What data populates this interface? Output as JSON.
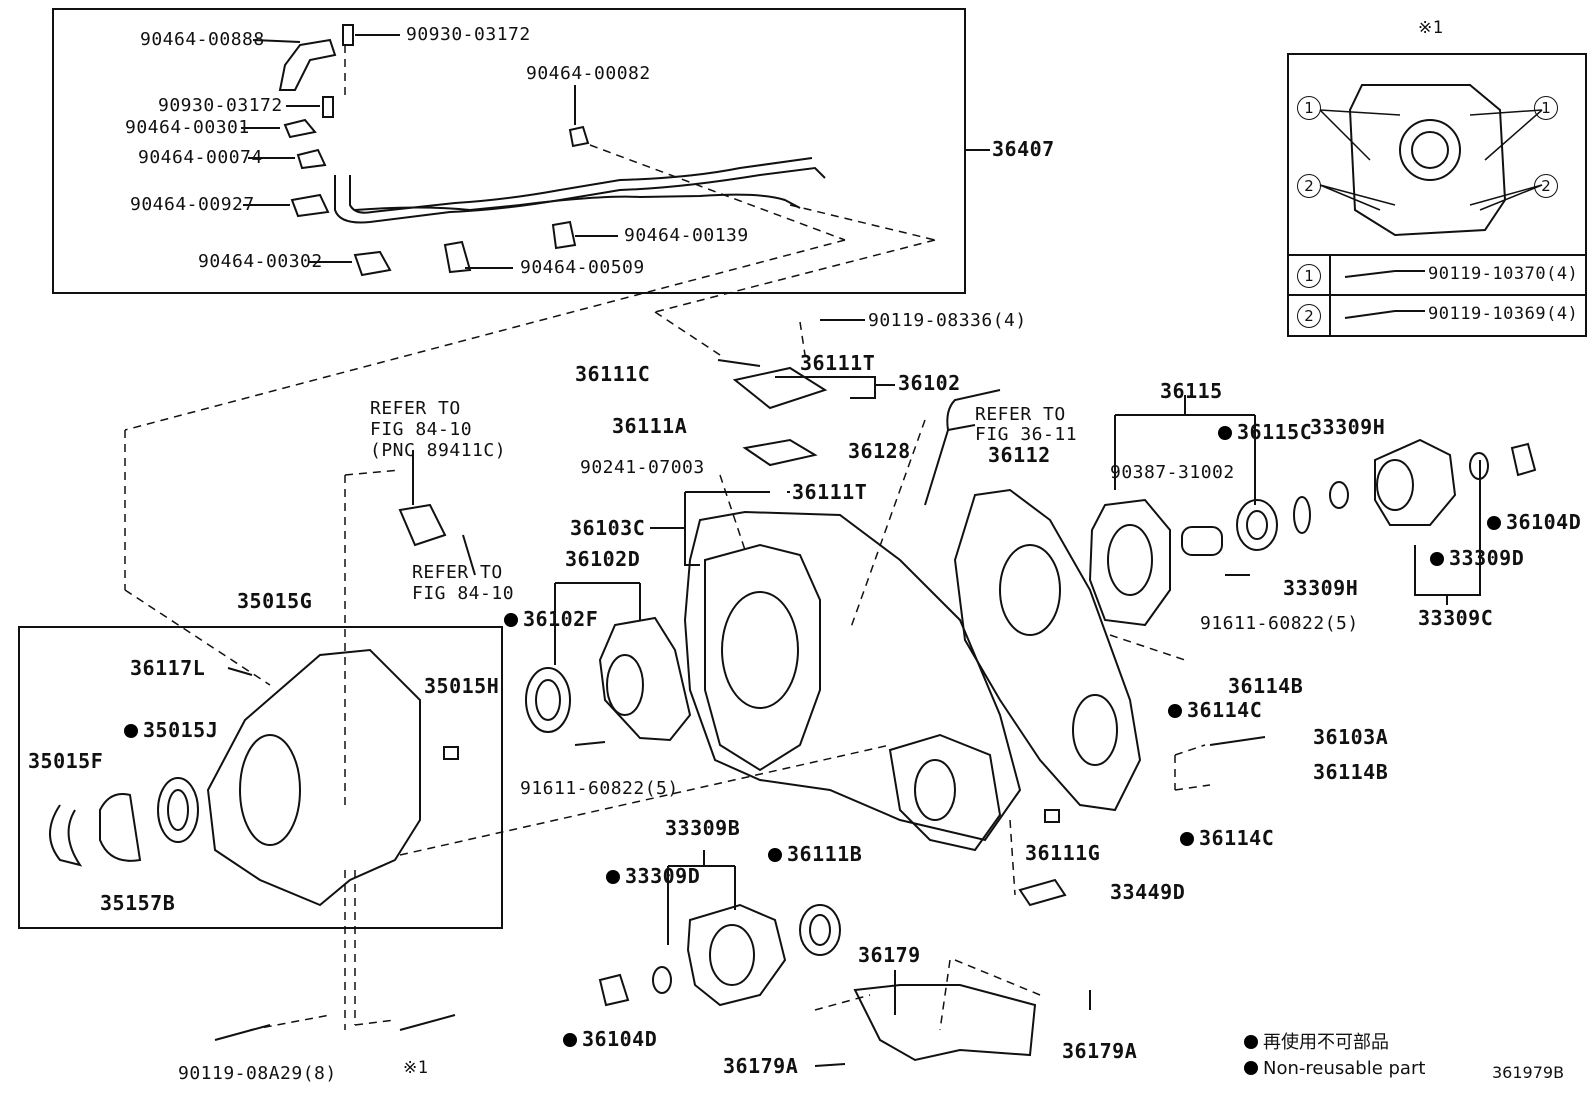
{
  "ref_symbol": "※1",
  "inset": {
    "header": "※1",
    "rows": [
      {
        "num": "1",
        "part": "90119-10370(4)"
      },
      {
        "num": "2",
        "part": "90119-10369(4)"
      }
    ],
    "callout_1": "1",
    "callout_2": "2"
  },
  "labels": {
    "l_90464_00888": "90464-00888",
    "l_90930_03172_a": "90930-03172",
    "l_90930_03172_b": "90930-03172",
    "l_90464_00082": "90464-00082",
    "l_90464_00301": "90464-00301",
    "l_90464_00074": "90464-00074",
    "l_36407": "36407",
    "l_90464_00927": "90464-00927",
    "l_90464_00139": "90464-00139",
    "l_90464_00302": "90464-00302",
    "l_90464_00509": "90464-00509",
    "l_90119_08336": "90119-08336(4)",
    "l_36111C": "36111C",
    "l_36111T_a": "36111T",
    "l_36102": "36102",
    "l_36111A": "36111A",
    "l_36128": "36128",
    "l_90241_07003": "90241-07003",
    "l_36111T_b": "36111T",
    "l_36103C": "36103C",
    "l_36102D": "36102D",
    "l_36102F": "36102F",
    "l_refer_36_11_a": "REFER TO",
    "l_refer_36_11_b": "FIG 36-11",
    "l_36112": "36112",
    "l_36115": "36115",
    "l_36115C": "36115C",
    "l_33309H_a": "33309H",
    "l_90387_31002": "90387-31002",
    "l_36104D_a": "36104D",
    "l_33309D_a": "33309D",
    "l_33309H_b": "33309H",
    "l_91611_60822_a": "91611-60822(5)",
    "l_33309C": "33309C",
    "l_36114B_a": "36114B",
    "l_36114C_a": "36114C",
    "l_36103A": "36103A",
    "l_36114B_b": "36114B",
    "l_36114C_b": "36114C",
    "l_refer_84_10_a1": "REFER TO",
    "l_refer_84_10_a2": "FIG 84-10",
    "l_refer_84_10_a3": "(PNC 89411C)",
    "l_refer_84_10_b1": "REFER TO",
    "l_refer_84_10_b2": "FIG 84-10",
    "l_35015G": "35015G",
    "l_36117L": "36117L",
    "l_35015H": "35015H",
    "l_35015J": "35015J",
    "l_35015F": "35015F",
    "l_35157B": "35157B",
    "l_91611_60822_b": "91611-60822(5)",
    "l_33309B": "33309B",
    "l_36111B": "36111B",
    "l_33309D_b": "33309D",
    "l_36111G": "36111G",
    "l_33449D": "33449D",
    "l_36179": "36179",
    "l_36104D_b": "36104D",
    "l_36179A_a": "36179A",
    "l_36179A_b": "36179A",
    "l_90119_08A29": "90119-08A29(8)",
    "l_ref1_bottom": "※1"
  },
  "legend": {
    "line1": "再使用不可部品",
    "line2": "Non-reusable part"
  },
  "figure_number": "361979B"
}
